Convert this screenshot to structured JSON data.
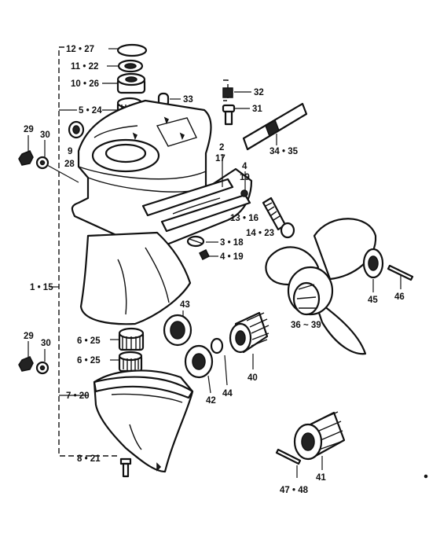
{
  "labels": {
    "l_12_27": "12 • 27",
    "l_11_22": "11 • 22",
    "l_10_26": "10 • 26",
    "l_5_24": "5 • 24",
    "l_33": "33",
    "l_32": "32",
    "l_31": "31",
    "l_34_35": "34 • 35",
    "l_29a": "29",
    "l_30a": "30",
    "l_9": "9",
    "l_28": "28",
    "l_2": "2",
    "l_17": "17",
    "l_4": "4",
    "l_19": "19",
    "l_13_16": "13 • 16",
    "l_14_23": "14 • 23",
    "l_3_18": "3 • 18",
    "l_4_19": "4 • 19",
    "l_1_15": "1 • 15",
    "l_43": "43",
    "l_45": "45",
    "l_46": "46",
    "l_36_39": "36 ~ 39",
    "l_29b": "29",
    "l_30b": "30",
    "l_6_25a": "6 • 25",
    "l_6_25b": "6 • 25",
    "l_7_20": "7 • 20",
    "l_42": "42",
    "l_44": "44",
    "l_40": "40",
    "l_8_21": "8 • 21",
    "l_41": "41",
    "l_47_48": "47 • 48"
  }
}
